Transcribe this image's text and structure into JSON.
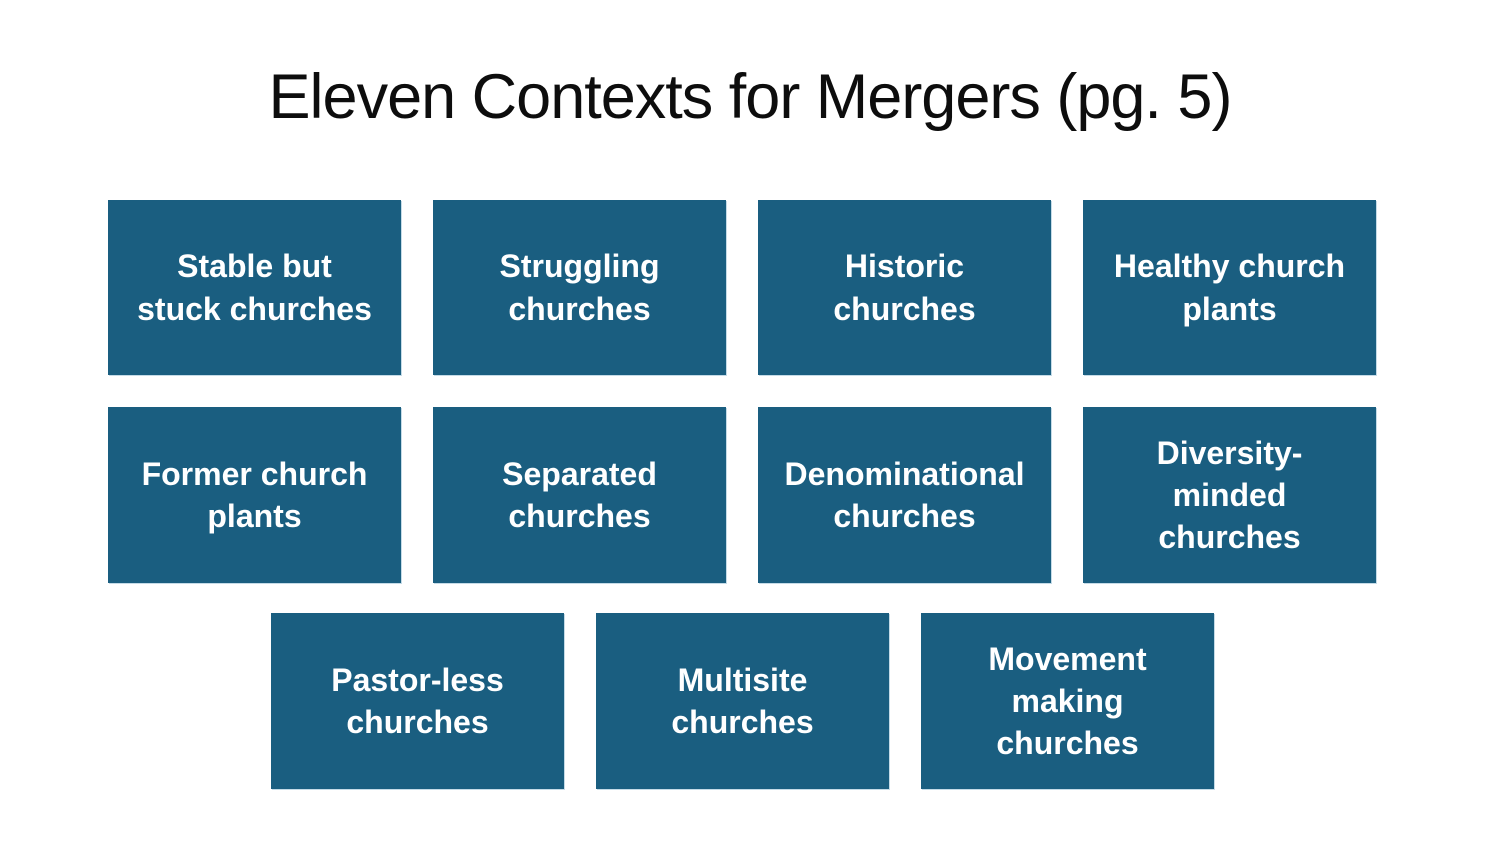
{
  "slide": {
    "title": "Eleven Contexts for Mergers (pg. 5)",
    "background_color": "#FFFFFF",
    "title_color": "#0D0D0D",
    "box_fill_color": "#1A5E80",
    "box_text_color": "#FFFFFF"
  },
  "rows": [
    {
      "boxes": [
        {
          "label": "Stable but\nstuck churches"
        },
        {
          "label": "Struggling\nchurches"
        },
        {
          "label": "Historic\nchurches"
        },
        {
          "label": "Healthy church\nplants"
        }
      ]
    },
    {
      "boxes": [
        {
          "label": "Former church\nplants"
        },
        {
          "label": "Separated\nchurches"
        },
        {
          "label": "Denominational\nchurches"
        },
        {
          "label": "Diversity-\nminded\nchurches"
        }
      ]
    },
    {
      "boxes": [
        {
          "label": "Pastor-less\nchurches"
        },
        {
          "label": "Multisite\nchurches"
        },
        {
          "label": "Movement\nmaking\nchurches"
        }
      ]
    }
  ]
}
